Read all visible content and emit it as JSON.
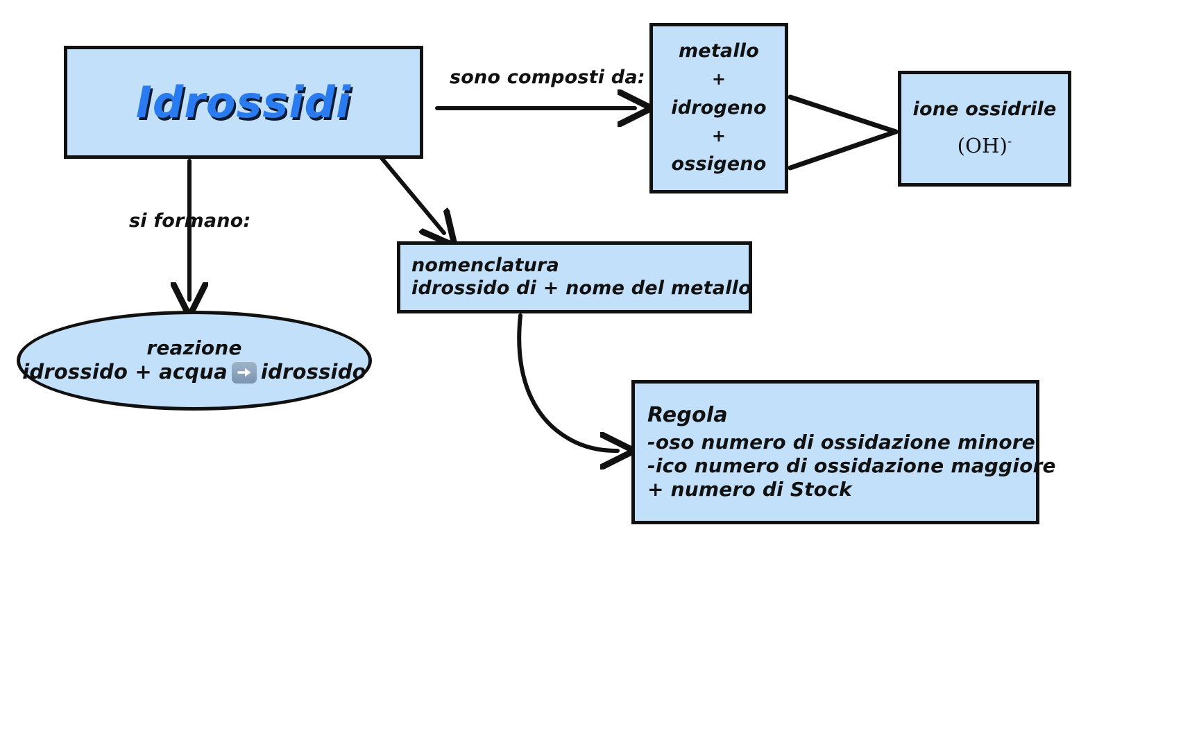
{
  "page": {
    "title": "Idrossidi",
    "language": "it",
    "background_color": "#ffffff",
    "node_fill": "#c3e0fb",
    "node_border": "#111111",
    "title_color": "#2a7bf0",
    "title_shadow_color": "#0d1b33"
  },
  "nodes": {
    "title": {
      "label": "Idrossidi"
    },
    "composition": {
      "line1": "metallo",
      "plus1": "+",
      "line2": "idrogeno",
      "plus2": "+",
      "line3": "ossigeno"
    },
    "hydroxide_ion": {
      "line1": "ione ossidrile",
      "formula": "(OH)",
      "charge": "-"
    },
    "nomenclature": {
      "line1": "nomenclatura",
      "line2": "idrossido di + nome del metallo"
    },
    "rule": {
      "heading": "Regola",
      "line1": "-oso numero di ossidazione minore",
      "line2": "-ico numero di ossidazione maggiore",
      "line3": "+ numero di Stock"
    },
    "reaction": {
      "line1": "reazione",
      "left_term": "idrossido + acqua",
      "arrow_icon": "right-arrow-emoji",
      "right_term": "idrossido"
    }
  },
  "edge_labels": {
    "composed_of": "sono composti da:",
    "are_formed": "si formano:"
  },
  "edges": [
    {
      "from": "title",
      "to": "composition",
      "label": "sono composti da:",
      "style": "arrow"
    },
    {
      "from": "title",
      "to": "reaction",
      "label": "si formano:",
      "style": "arrow"
    },
    {
      "from": "title",
      "to": "nomenclature",
      "label": "",
      "style": "arrow"
    },
    {
      "from": "composition",
      "to": "hydroxide_ion",
      "label": "",
      "style": "line"
    },
    {
      "from": "composition",
      "to": "hydroxide_ion",
      "label": "",
      "style": "line"
    },
    {
      "from": "nomenclature",
      "to": "rule",
      "label": "",
      "style": "curved-arrow"
    }
  ]
}
